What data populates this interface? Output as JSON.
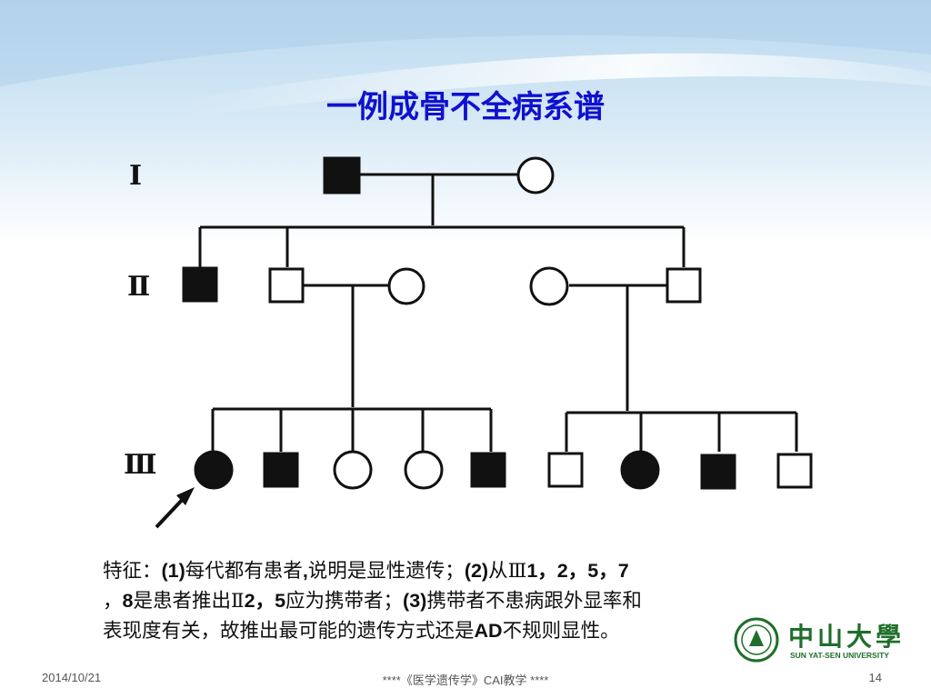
{
  "slide": {
    "title": "一例成骨不全病系谱",
    "generation_labels": [
      "Ⅰ",
      "Ⅱ",
      "Ⅲ"
    ],
    "description_lines": [
      {
        "a": "特征：",
        "b": "(1)",
        "c": "每代都有患者",
        "d": ",",
        "e": "说明是显性遗传；",
        "f": "(2)",
        "g": "从Ⅲ",
        "h": "1，2，5，7"
      },
      {
        "a": "，",
        "b": "8",
        "c": "是患者推出Ⅱ",
        "d": "2，5",
        "e": "应为携带者；",
        "f": "(3)",
        "g": "携带者不患病跟外显率和",
        "h": ""
      },
      {
        "a": "表现度有关，故推出最可能的遗传方式还是",
        "b": "AD",
        "c": "不规则显性。",
        "d": "",
        "e": "",
        "f": "",
        "g": "",
        "h": ""
      }
    ]
  },
  "footer": {
    "date": "2014/10/21",
    "center": "****《医学遗传学》CAI教学 ****",
    "page": "14"
  },
  "logo": {
    "cn": "中山大學",
    "en": "SUN YAT-SEN UNIVERSITY"
  },
  "colors": {
    "title": "#1010d0",
    "logo": "#1f6e2a"
  }
}
